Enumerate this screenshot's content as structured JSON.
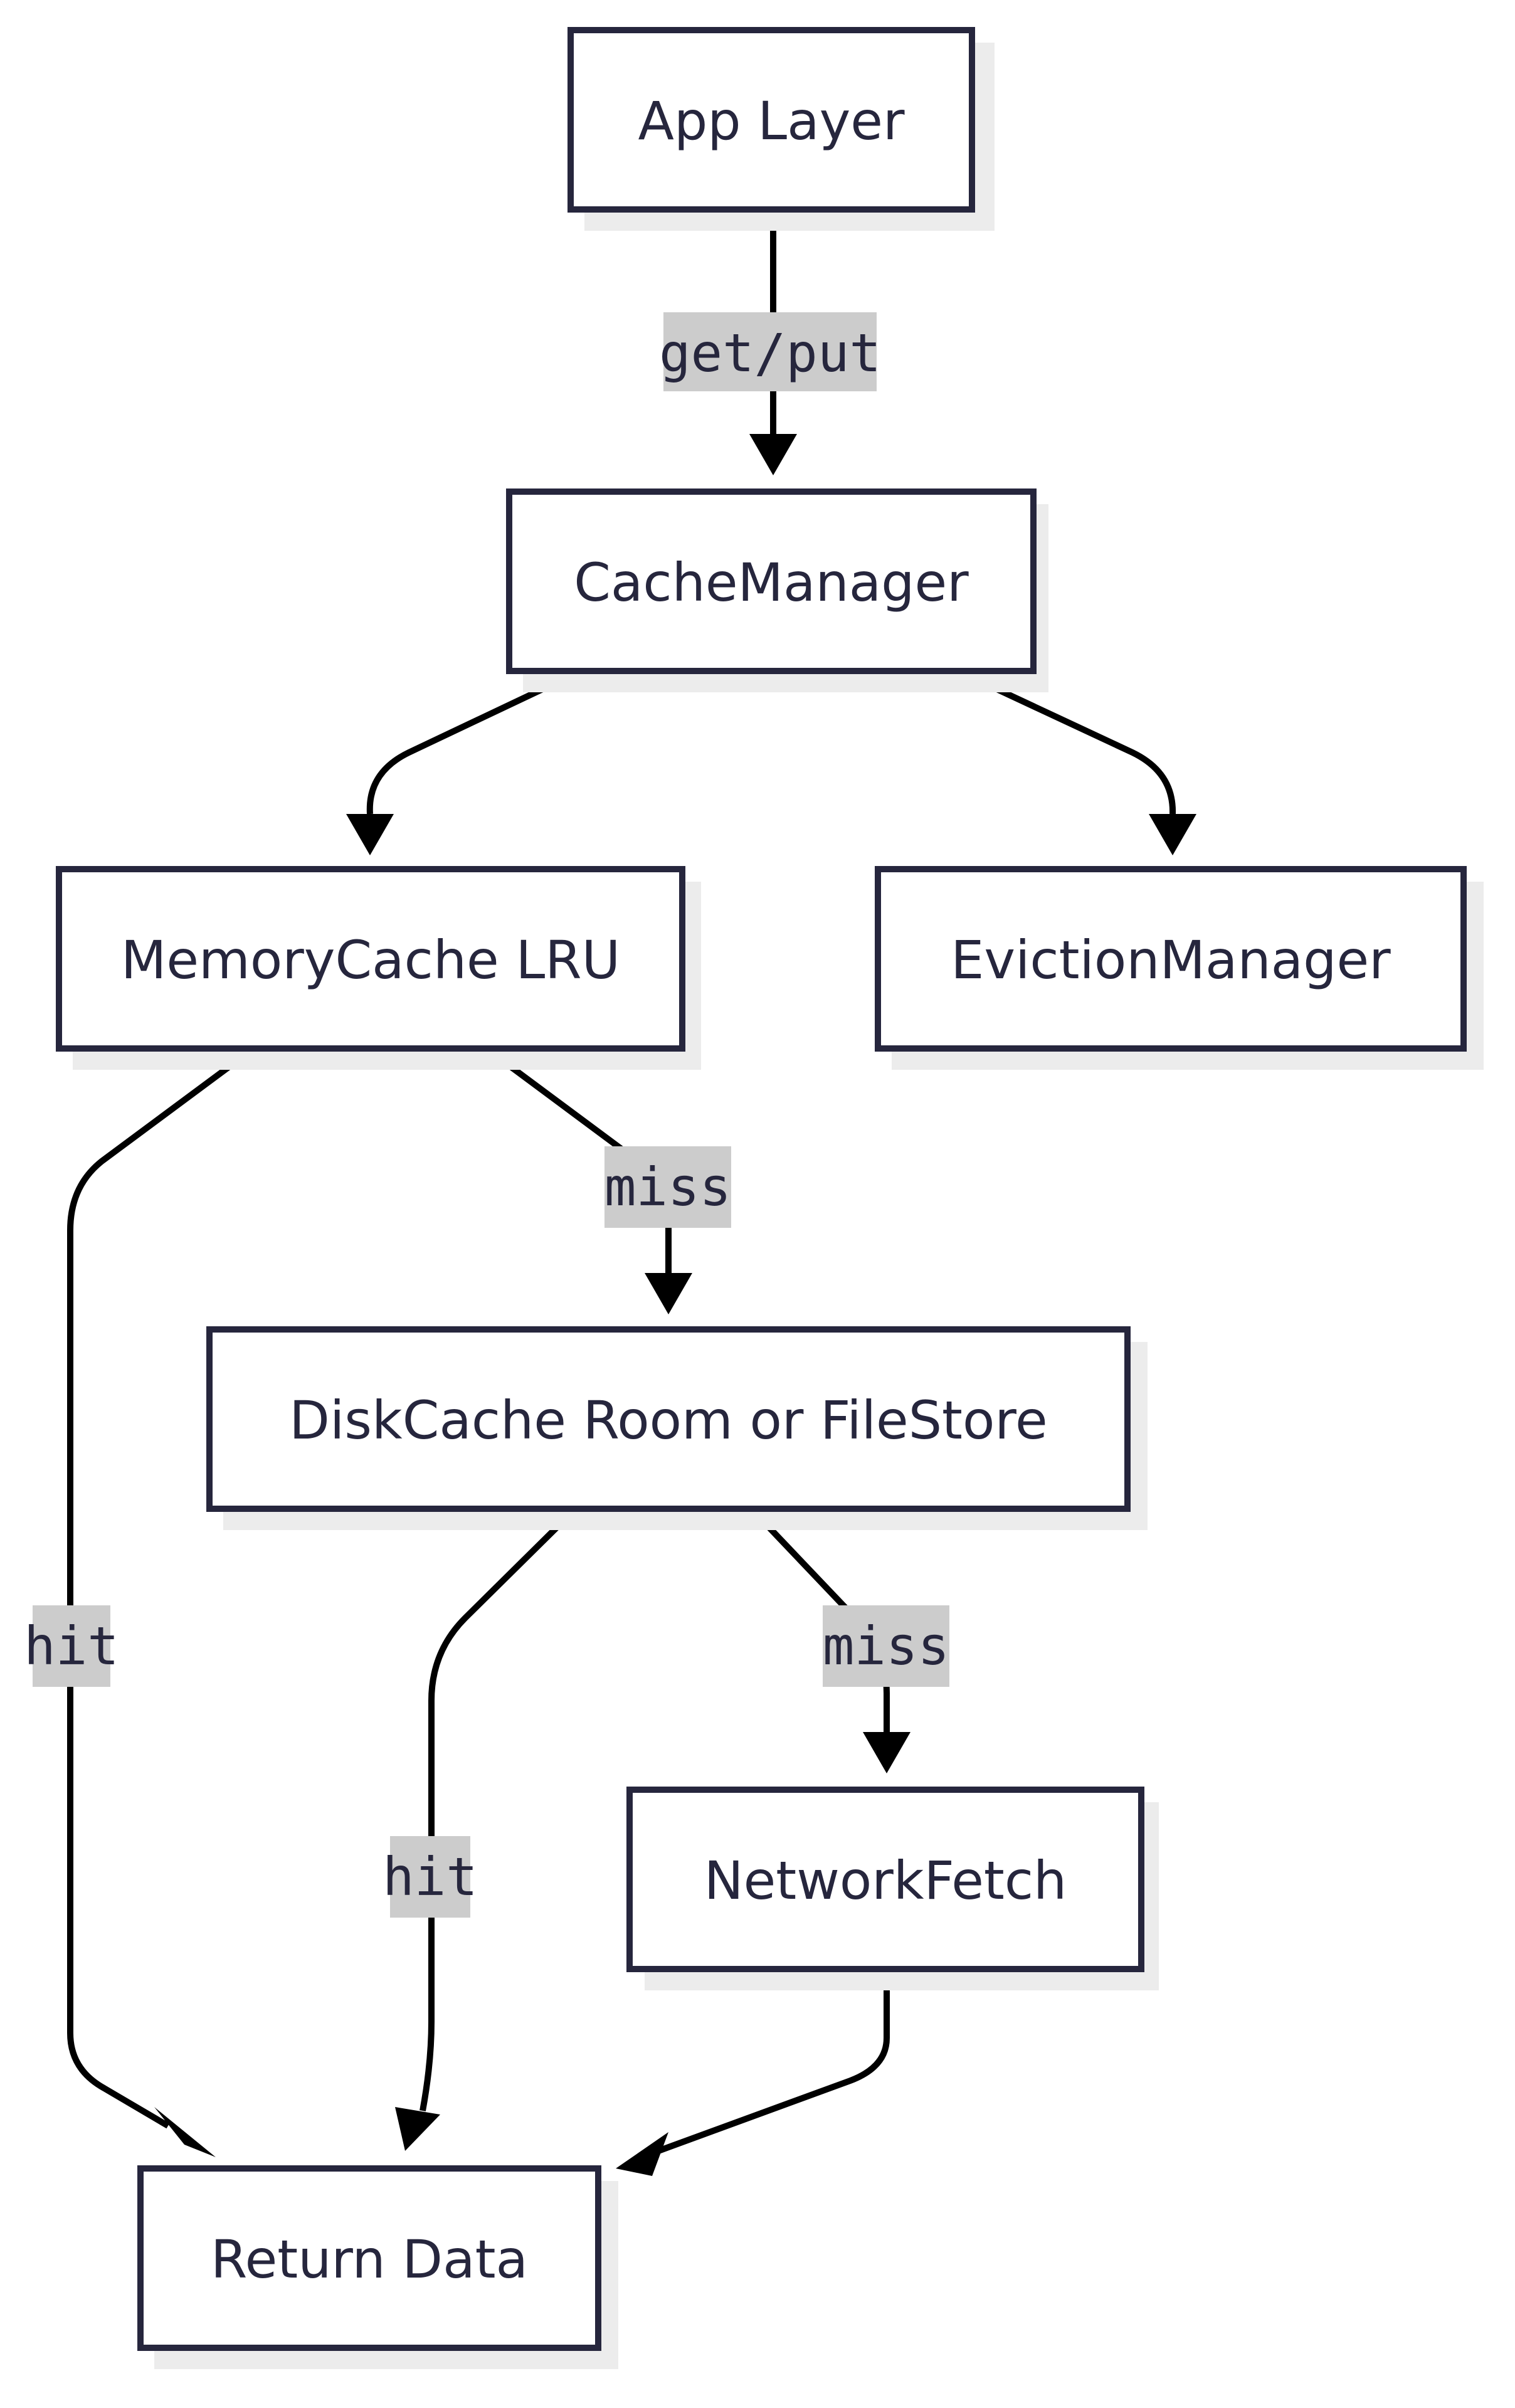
{
  "nodes": {
    "app_layer": "App Layer",
    "cache_manager": "CacheManager",
    "memory_cache": "MemoryCache LRU",
    "eviction_manager": "EvictionManager",
    "disk_cache": "DiskCache Room or FileStore",
    "network_fetch": "NetworkFetch",
    "return_data": "Return Data"
  },
  "edges": {
    "app_to_cache": "get/put",
    "memory_to_disk": "miss",
    "memory_to_return": "hit",
    "disk_to_network": "miss",
    "disk_to_return": "hit"
  },
  "colors": {
    "node_border": "#26263d",
    "node_fill": "#ffffff",
    "shadow": "#ececec",
    "edge": "#000000",
    "label_bg": "#cccccc",
    "text": "#26263d"
  }
}
